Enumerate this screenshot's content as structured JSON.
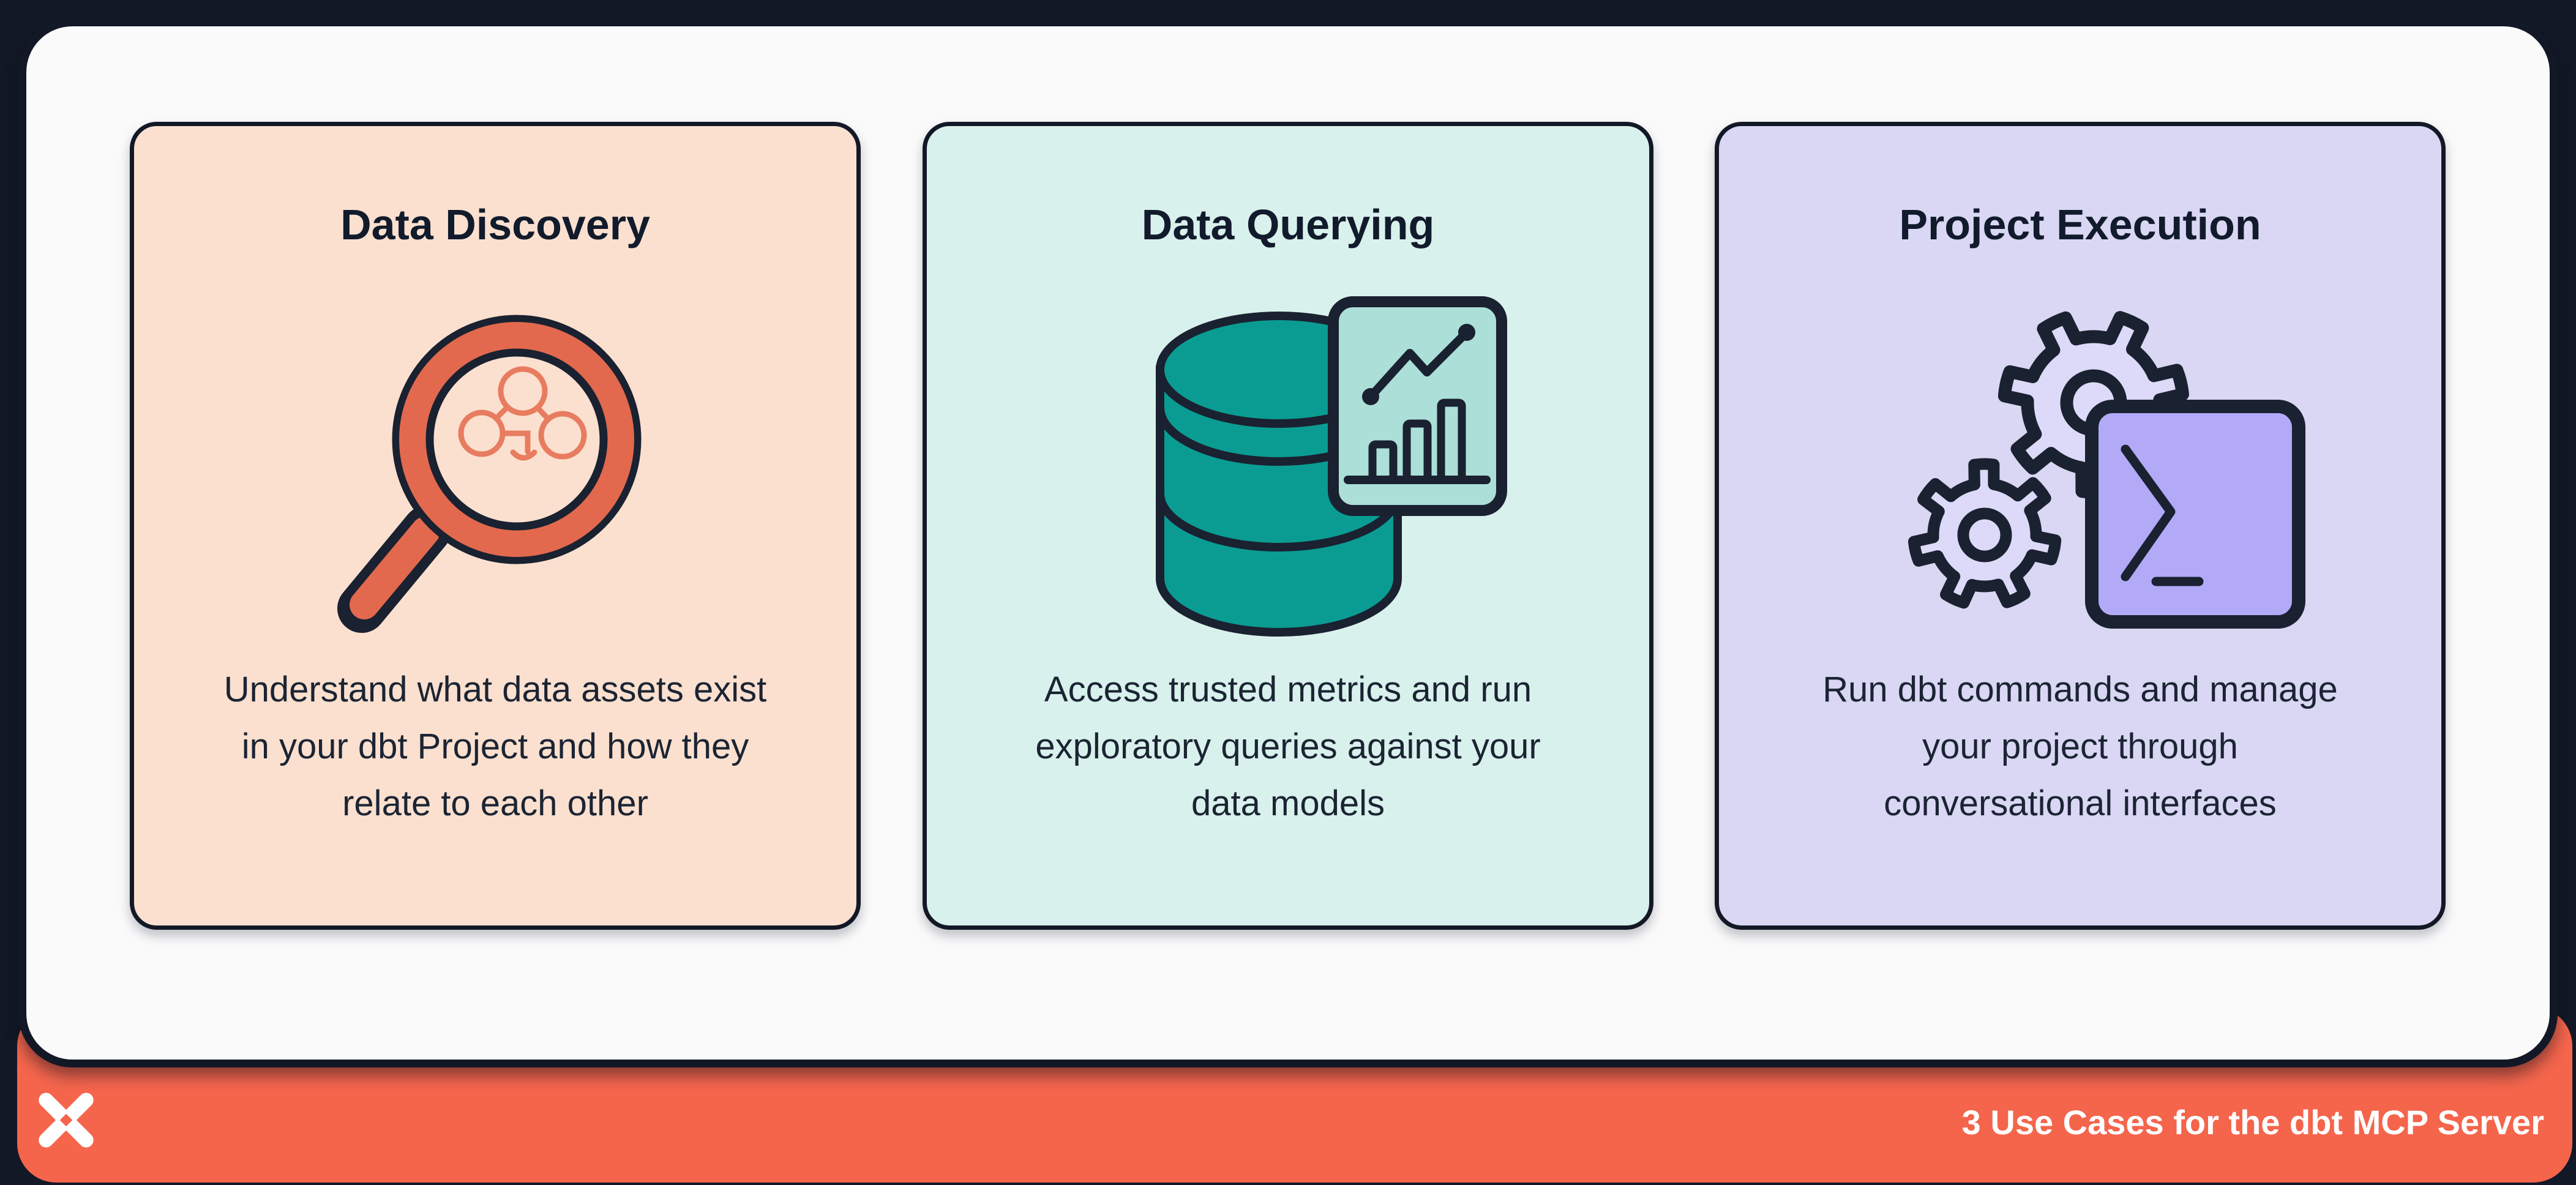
{
  "cards": [
    {
      "title": "Data Discovery",
      "icon": "magnifying-glass-lineage-icon",
      "lines": [
        "Understand what data assets exist",
        "in your dbt Project and how they",
        "relate to each other"
      ]
    },
    {
      "title": "Data Querying",
      "icon": "database-analytics-icon",
      "lines": [
        "Access trusted metrics and run",
        "exploratory queries against your",
        "data models"
      ]
    },
    {
      "title": "Project Execution",
      "icon": "gears-terminal-icon",
      "lines": [
        "Run dbt commands and manage",
        "your project through",
        "conversational interfaces"
      ]
    }
  ],
  "footer": {
    "title": "3 Use Cases for the dbt MCP Server",
    "logo": "dbt-pinwheel-logo"
  },
  "colors": {
    "background": "#131826",
    "panel": "#FAFAFB",
    "footer_bar": "#F4654C",
    "card_discovery_bg": "#FBE0CF",
    "card_querying_bg": "#D9F1EC",
    "card_execution_bg": "#D9D7F3",
    "outline": "#1A2130",
    "magnifier_ring_orange": "#E2694E",
    "lineage_graph_orange": "#E87C60",
    "database_teal": "#0A9C92",
    "chart_card_teal": "#ABDFD8",
    "gear_lavender": "#DCDAF8",
    "terminal_purple": "#B2AAF7",
    "text_dark": "#1B2433"
  }
}
